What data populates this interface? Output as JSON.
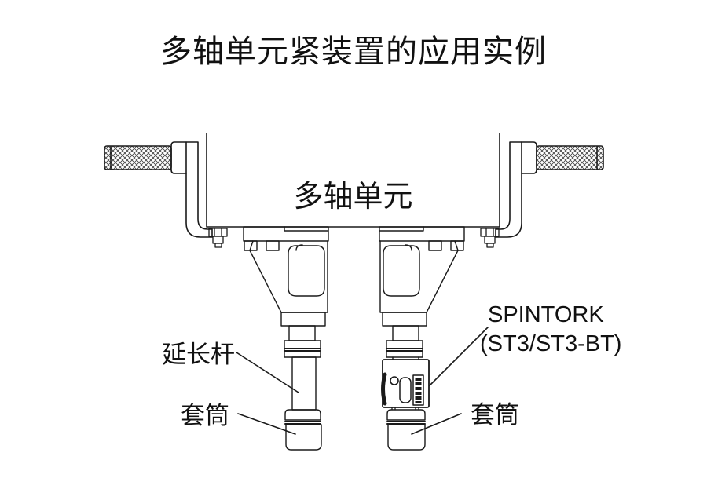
{
  "title": "多轴单元紧装置的应用实例",
  "diagram": {
    "unit_label": "多轴单元",
    "labels": {
      "extension_rod": "延长杆",
      "socket_left": "套筒",
      "spintork_line1": "SPINTORK",
      "spintork_line2": "(ST3/ST3-BT)",
      "socket_right": "套筒"
    },
    "colors": {
      "line": "#1a1a1a",
      "background": "#ffffff",
      "text": "#111111"
    }
  }
}
